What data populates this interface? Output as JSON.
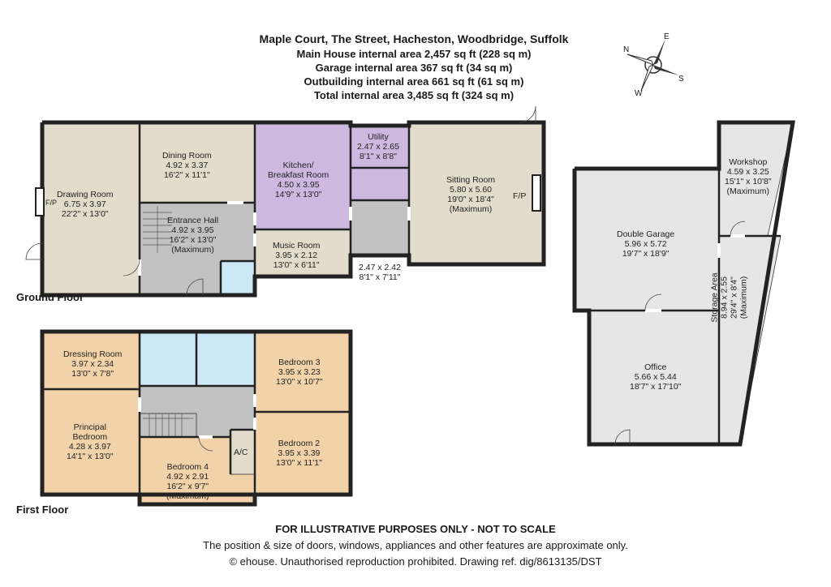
{
  "header": {
    "address": "Maple Court, The Street, Hacheston, Woodbridge, Suffolk",
    "main_house": "Main House internal area 2,457 sq ft (228 sq m)",
    "garage": "Garage internal area 367 sq ft (34 sq m)",
    "outbuilding": "Outbuilding internal area 661 sq ft (61 sq m)",
    "total": "Total internal area 3,485 sq ft (324 sq m)"
  },
  "compass": {
    "n": "N",
    "e": "E",
    "s": "S",
    "w": "W"
  },
  "floors": {
    "ground": "Ground Floor",
    "first": "First Floor"
  },
  "rooms": {
    "drawing": {
      "name": "Drawing Room",
      "metric": "6.75 x 3.97",
      "imperial": "22'2\" x 13'0\""
    },
    "dining": {
      "name": "Dining Room",
      "metric": "4.92 x 3.37",
      "imperial": "16'2\" x 11'1\""
    },
    "kitchen": {
      "name": "Kitchen/",
      "name2": "Breakfast Room",
      "metric": "4.50 x 3.95",
      "imperial": "14'9\" x 13'0\""
    },
    "utility": {
      "name": "Utility",
      "metric": "2.47 x 2.65",
      "imperial": "8'1\" x 8'8\""
    },
    "sitting": {
      "name": "Sitting Room",
      "metric": "5.80 x 5.60",
      "imperial": "19'0\" x 18'4\"",
      "note": "(Maximum)"
    },
    "entrance": {
      "name": "Entrance Hall",
      "metric": "4.92 x 3.95",
      "imperial": "16'2\" x 13'0\"",
      "note": "(Maximum)"
    },
    "music": {
      "name": "Music Room",
      "metric": "3.95 x 2.12",
      "imperial": "13'0\" x 6'11\""
    },
    "lobby": {
      "metric": "2.47 x 2.42",
      "imperial": "8'1\" x 7'11\""
    },
    "dressing": {
      "name": "Dressing Room",
      "metric": "3.97 x 2.34",
      "imperial": "13'0\" x 7'8\""
    },
    "principal": {
      "name": "Principal",
      "name2": "Bedroom",
      "metric": "4.28 x 3.97",
      "imperial": "14'1\" x 13'0\""
    },
    "bed3": {
      "name": "Bedroom 3",
      "metric": "3.95 x 3.23",
      "imperial": "13'0\" x 10'7\""
    },
    "bed2": {
      "name": "Bedroom 2",
      "metric": "3.95 x 3.39",
      "imperial": "13'0\" x 11'1\""
    },
    "bed4": {
      "name": "Bedroom 4",
      "metric": "4.92 x 2.91",
      "imperial": "16'2\" x 9'7\"",
      "note": "(Maximum)"
    },
    "ac": {
      "name": "A/C"
    },
    "garage": {
      "name": "Double Garage",
      "metric": "5.96 x 5.72",
      "imperial": "19'7\" x 18'9\""
    },
    "workshop": {
      "name": "Workshop",
      "metric": "4.59 x 3.25",
      "imperial": "15'1\" x 10'8\"",
      "note": "(Maximum)"
    },
    "office": {
      "name": "Office",
      "metric": "5.66 x 5.44",
      "imperial": "18'7\" x 17'10\""
    },
    "storage": {
      "name": "Storage Area",
      "metric": "8.94 x 2.55",
      "imperial": "29'4\" x 8'4\"",
      "note": "(Maximum)"
    }
  },
  "fireplace": "F/P",
  "footer": {
    "line1": "FOR ILLUSTRATIVE PURPOSES ONLY - NOT TO SCALE",
    "line2": "The position & size of doors, windows, appliances and other features are approximate only.",
    "line3": "© ehouse. Unauthorised reproduction prohibited. Drawing ref. dig/8613135/DST"
  },
  "colors": {
    "wall": "#222222",
    "living": "#e3dccd",
    "kitchen": "#cdb8e0",
    "hall": "#c2c2c2",
    "bath": "#cde8f7",
    "bedroom": "#f2d3a9",
    "outbuilding": "#e6e6e6"
  }
}
